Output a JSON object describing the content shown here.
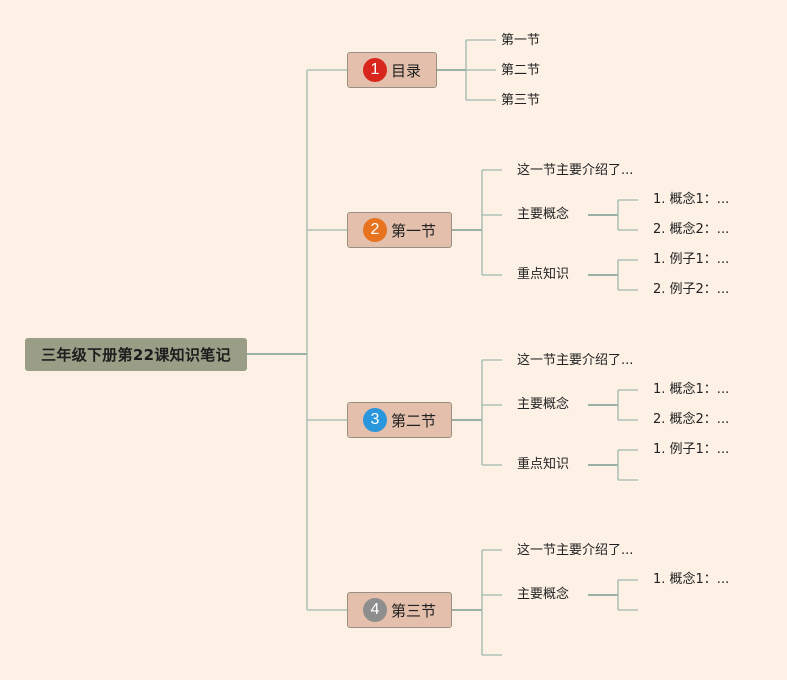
{
  "root": {
    "title": "三年级下册第22课知识笔记"
  },
  "sections": [
    {
      "number": "1",
      "label": "目录",
      "badge_color": "#d9261c",
      "items": [
        "第一节",
        "第二节",
        "第三节"
      ]
    },
    {
      "number": "2",
      "label": "第一节",
      "badge_color": "#e8731e",
      "intro": "这一节主要介绍了...",
      "concepts_label": "主要概念",
      "concepts": [
        "1. 概念1：...",
        "2. 概念2：..."
      ],
      "keypoints_label": "重点知识",
      "keypoints": [
        "1. 例子1：...",
        "2. 例子2：..."
      ]
    },
    {
      "number": "3",
      "label": "第二节",
      "badge_color": "#2a96db",
      "intro": "这一节主要介绍了...",
      "concepts_label": "主要概念",
      "concepts": [
        "1. 概念1：...",
        "2. 概念2：..."
      ],
      "keypoints_label": "重点知识",
      "keypoints": [
        "1. 例子1：..."
      ]
    },
    {
      "number": "4",
      "label": "第三节",
      "badge_color": "#8e8e8e",
      "intro": "这一节主要介绍了...",
      "concepts_label": "主要概念",
      "concepts": [
        "1. 概念1：..."
      ]
    }
  ],
  "colors": {
    "line": "#5f8a7e",
    "branch_line": "#9fb8ae"
  }
}
